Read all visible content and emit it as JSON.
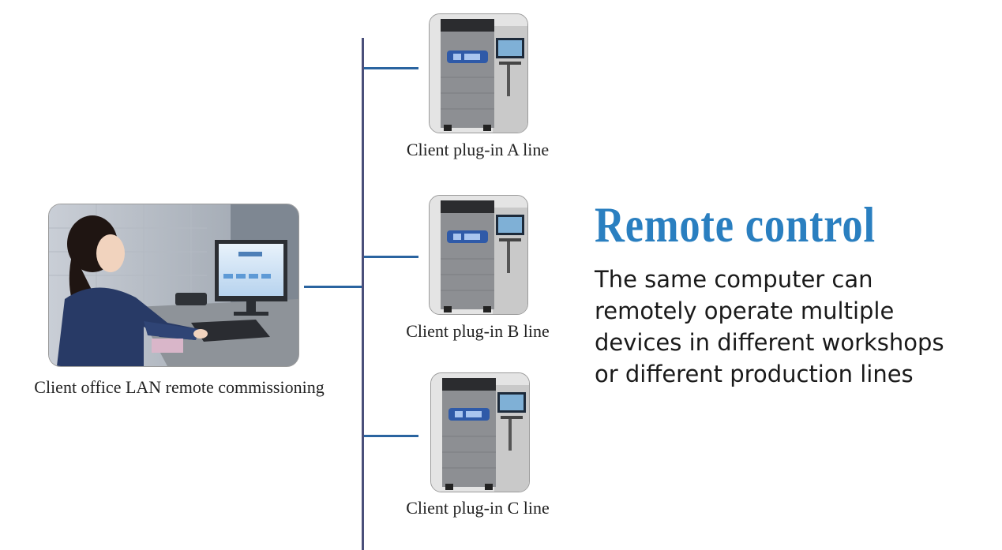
{
  "office": {
    "caption": "Client office LAN remote commissioning"
  },
  "devices": [
    {
      "caption": "Client plug-in A line"
    },
    {
      "caption": "Client plug-in B line"
    },
    {
      "caption": "Client plug-in C line"
    }
  ],
  "headline": {
    "title": "Remote control",
    "lines": [
      "The same computer can",
      "remotely operate multiple",
      "devices in different workshops",
      "or different production lines"
    ]
  },
  "colors": {
    "title": "#2a7fc0",
    "trunk": "#4a4f7a",
    "branch": "#2a64a0"
  }
}
